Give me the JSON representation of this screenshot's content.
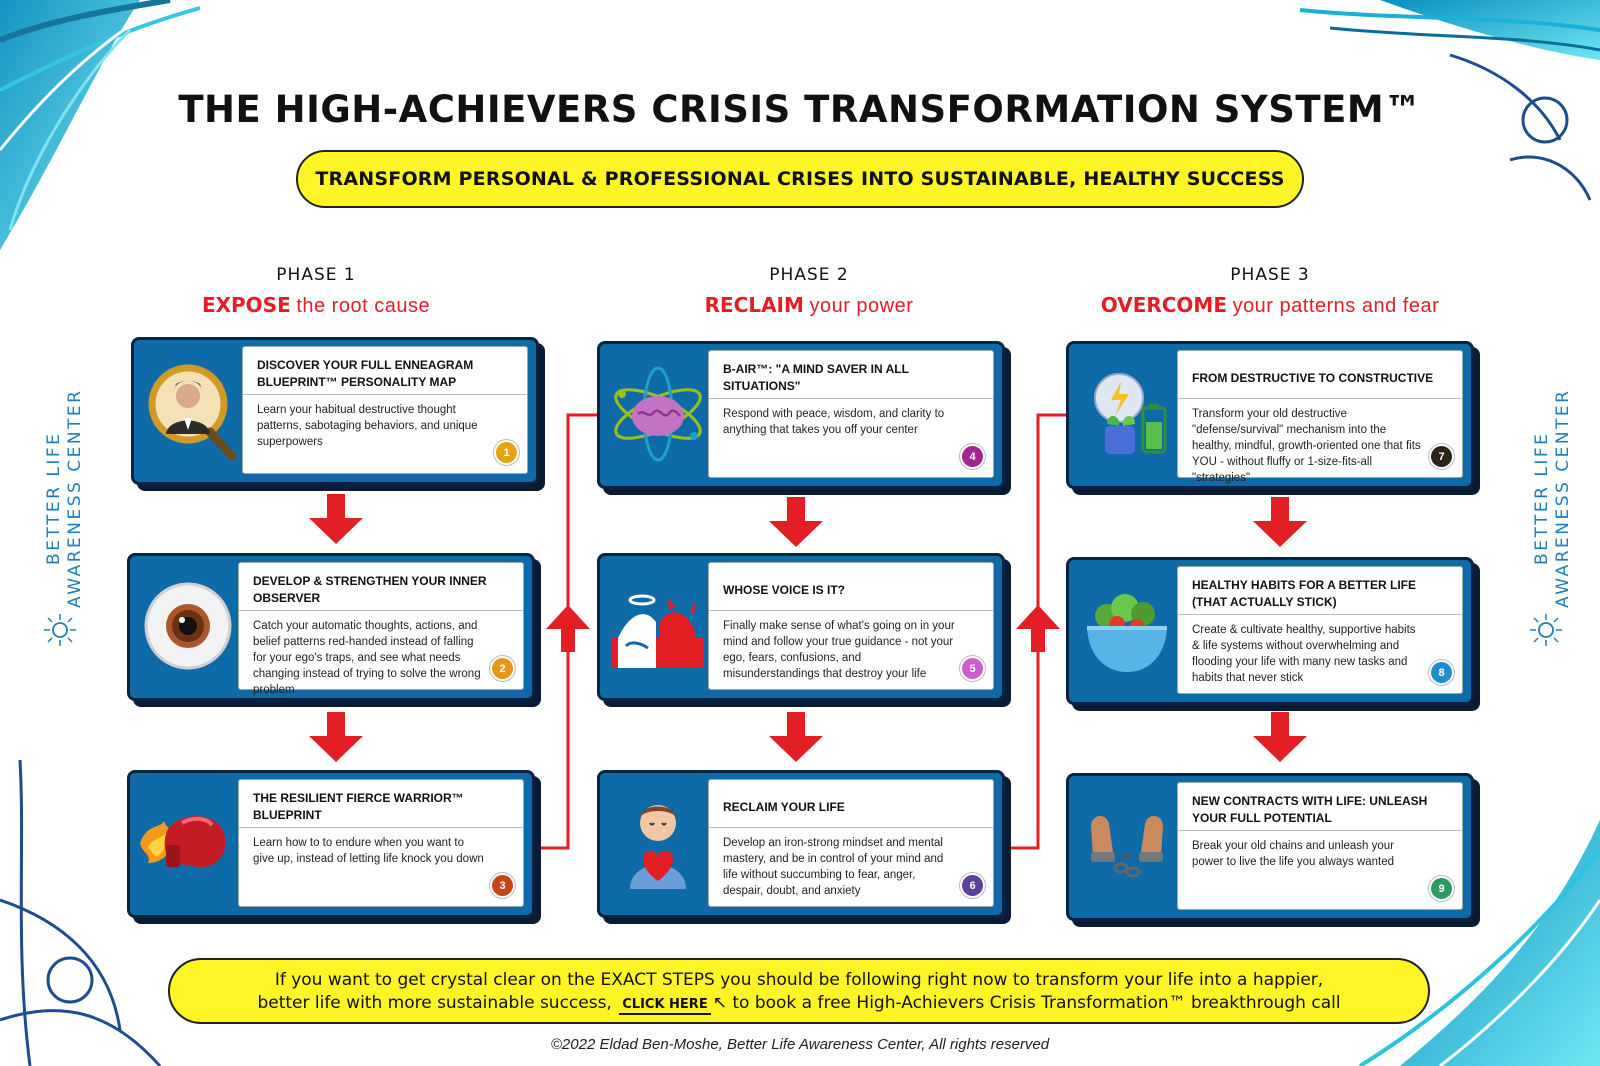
{
  "title": "THE HIGH-ACHIEVERS CRISIS TRANSFORMATION SYSTEM™",
  "subtitle": "TRANSFORM PERSONAL & PROFESSIONAL CRISES INTO SUSTAINABLE, HEALTHY SUCCESS",
  "side_label": {
    "line1": "BETTER LIFE",
    "line2": "AWARENESS CENTER",
    "icon": "sun-icon"
  },
  "colors": {
    "card_blue": "#0f6aa8",
    "card_border": "#0b2340",
    "accent_red": "#e31e24",
    "highlight_yellow": "#fff426",
    "brand_blue": "#1d7fb8"
  },
  "phases": [
    {
      "label": "PHASE 1",
      "verb": "EXPOSE",
      "rest": "the root cause"
    },
    {
      "label": "PHASE 2",
      "verb": "RECLAIM",
      "rest": "your power"
    },
    {
      "label": "PHASE 3",
      "verb": "OVERCOME",
      "rest": "your patterns and fear"
    }
  ],
  "steps": [
    {
      "num": "1",
      "num_color": "#e2a613",
      "icon": "magnifier-person-icon",
      "title": "DISCOVER YOUR FULL ENNEAGRAM BLUEPRINT™ PERSONALITY MAP",
      "desc": "Learn your habitual destructive thought patterns, sabotaging behaviors, and unique superpowers"
    },
    {
      "num": "2",
      "num_color": "#e7971c",
      "icon": "eye-icon",
      "title": "DEVELOP & STRENGTHEN YOUR INNER OBSERVER",
      "desc": "Catch your automatic thoughts, actions, and belief patterns red-handed instead of falling for your ego's traps, and see what needs changing instead of trying to solve the wrong problem"
    },
    {
      "num": "3",
      "num_color": "#c8451b",
      "icon": "boxing-glove-icon",
      "title": "THE RESILIENT FIERCE WARRIOR™ BLUEPRINT",
      "desc": "Learn how to to endure when you want to give up, instead of letting life knock you down"
    },
    {
      "num": "4",
      "num_color": "#a3258d",
      "icon": "brain-atom-icon",
      "title": "B-AIR™: \"A MIND SAVER IN ALL SITUATIONS\"",
      "desc": "Respond with peace, wisdom, and clarity to anything that takes you off your center"
    },
    {
      "num": "5",
      "num_color": "#cf5bd1",
      "icon": "angel-devil-icon",
      "title": "WHOSE VOICE IS IT?",
      "desc": "Finally make sense of what's going on in your mind and follow your true guidance - not your ego, fears, confusions, and misunderstandings that destroy your life"
    },
    {
      "num": "6",
      "num_color": "#5d3f9c",
      "icon": "heart-hug-icon",
      "title": "RECLAIM YOUR LIFE",
      "desc": "Develop an iron-strong mindset and mental mastery, and be in control of your mind and life without succumbing to fear, anger, despair, doubt, and anxiety"
    },
    {
      "num": "7",
      "num_color": "#2a2418",
      "icon": "plant-battery-icon",
      "title": "FROM DESTRUCTIVE TO CONSTRUCTIVE",
      "desc": "Transform your old destructive \"defense/survival\" mechanism into the healthy, mindful, growth-oriented one that fits YOU - without fluffy or 1-size-fits-all \"strategies\""
    },
    {
      "num": "8",
      "num_color": "#1d8fd1",
      "icon": "salad-bowl-icon",
      "title": "HEALTHY HABITS FOR A BETTER LIFE (THAT ACTUALLY STICK)",
      "desc": "Create & cultivate healthy, supportive habits & life systems without overwhelming and flooding your life with many new tasks and habits that never stick"
    },
    {
      "num": "9",
      "num_color": "#2d9a63",
      "icon": "broken-chains-icon",
      "title": "NEW CONTRACTS WITH LIFE: UNLEASH YOUR FULL POTENTIAL",
      "desc": "Break your old chains and unleash your power to live the life you always wanted"
    }
  ],
  "cta": {
    "line1": "If you want to get crystal clear on the EXACT STEPS you should be following right now to transform your life into a happier,",
    "line2_before": "better life with more sustainable success,",
    "button": "CLICK HERE",
    "line2_after": "to book a free High-Achievers Crisis Transformation™ breakthrough call"
  },
  "copyright": "©2022 Eldad Ben-Moshe, Better Life Awareness Center, All rights reserved"
}
